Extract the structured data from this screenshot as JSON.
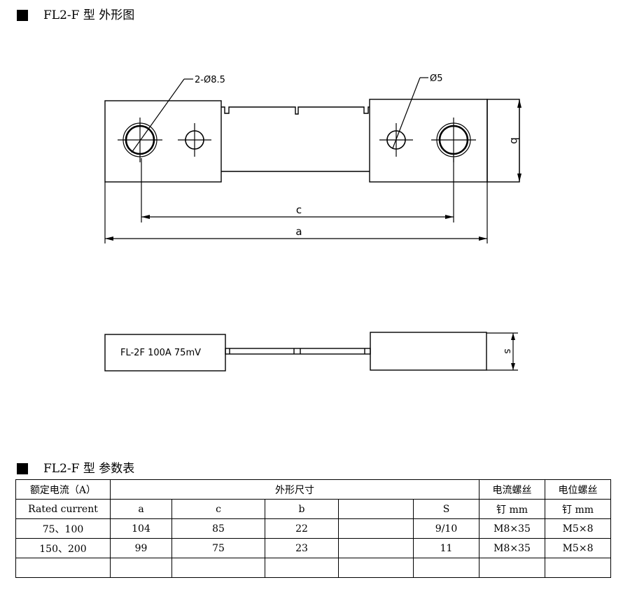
{
  "drawing_section": {
    "title": "FL2-F 型  外形图"
  },
  "drawing": {
    "hole_large_label": "2-Ø8.5",
    "hole_small_label": "Ø5",
    "dim_c": "c",
    "dim_a": "a",
    "dim_b": "b",
    "dim_s": "s",
    "side_view_marking": "FL-2F 100A 75mV"
  },
  "table_section": {
    "title": "FL2-F 型  参数表"
  },
  "table": {
    "header_current_cn": "额定电流（A）",
    "header_current_en": "Rated current",
    "header_dims": "外形尺寸",
    "header_current_screw_1": "电流螺丝",
    "header_current_screw_2": "钉 mm",
    "header_potential_screw_1": "电位螺丝",
    "header_potential_screw_2": "钉 mm",
    "sub_headers": [
      "a",
      "c",
      "b",
      "",
      "S"
    ],
    "rows": [
      [
        "75、100",
        "104",
        "85",
        "22",
        "",
        "9/10",
        "M8×35",
        "M5×8"
      ],
      [
        "150、200",
        "99",
        "75",
        "23",
        "",
        "11",
        "M8×35",
        "M5×8"
      ],
      [
        "",
        "",
        "",
        "",
        "",
        "",
        "",
        ""
      ]
    ]
  }
}
